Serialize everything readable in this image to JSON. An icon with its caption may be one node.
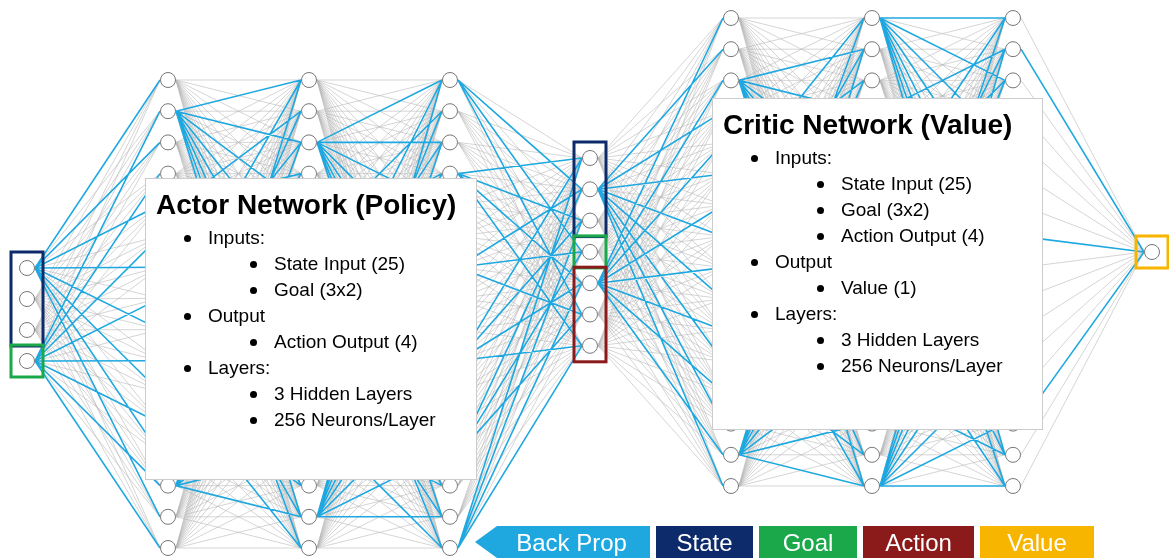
{
  "diagram": {
    "nodes": [
      {
        "text": [
          "Actor Network (Policy)",
          "Inputs:",
          "State Input (25)",
          "Goal (3x2)",
          "Output",
          "Action Output (4)",
          "Layers:",
          "3 Hidden Layers",
          "256 Neurons/Layer"
        ]
      },
      {
        "text": [
          "Critic Network (Value)",
          "Inputs:",
          "State Input (25)",
          "Goal (3x2)",
          "Action Output (4)",
          "Output",
          "Value (1)",
          "Layers:",
          "3 Hidden Layers",
          "256 Neurons/Layer"
        ]
      }
    ],
    "legend": [
      {
        "text": "Back Prop",
        "color": "#1fa8e0"
      },
      {
        "text": "State",
        "color": "#0d2a6b"
      },
      {
        "text": "Goal",
        "color": "#1aa84b"
      },
      {
        "text": "Action",
        "color": "#8b1a1a"
      },
      {
        "text": "Value",
        "color": "#f7b500"
      }
    ]
  }
}
